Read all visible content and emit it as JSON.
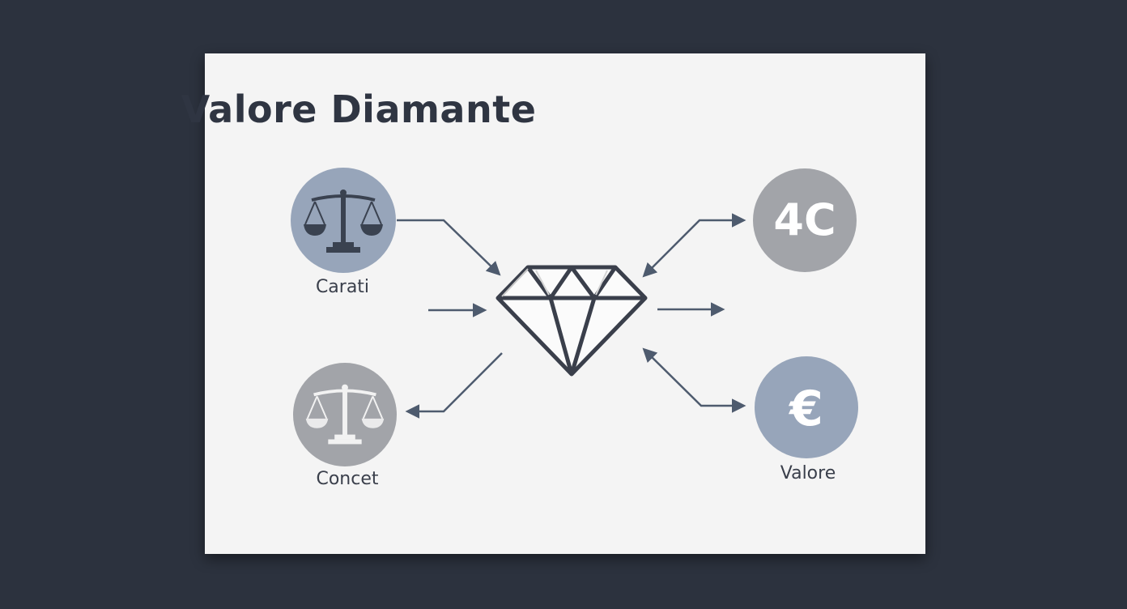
{
  "diagram": {
    "title": "Valore Diamante",
    "nodes": {
      "carati": {
        "label": "Carati",
        "icon": "scales-icon"
      },
      "concet": {
        "label": "Concet",
        "icon": "scales-icon"
      },
      "four_c": {
        "badge": "4C"
      },
      "valore": {
        "label": "Valore",
        "badge": "€"
      }
    },
    "center_icon": "diamond-icon"
  },
  "colors": {
    "page_background": "#2c323e",
    "card_background": "#f4f4f4",
    "text": "#2f3542",
    "arrow": "#4e5b6e",
    "circle_blue": "#97a5ba",
    "circle_gray": "#a2a4a9",
    "diamond_stroke": "#3a3f4b"
  }
}
